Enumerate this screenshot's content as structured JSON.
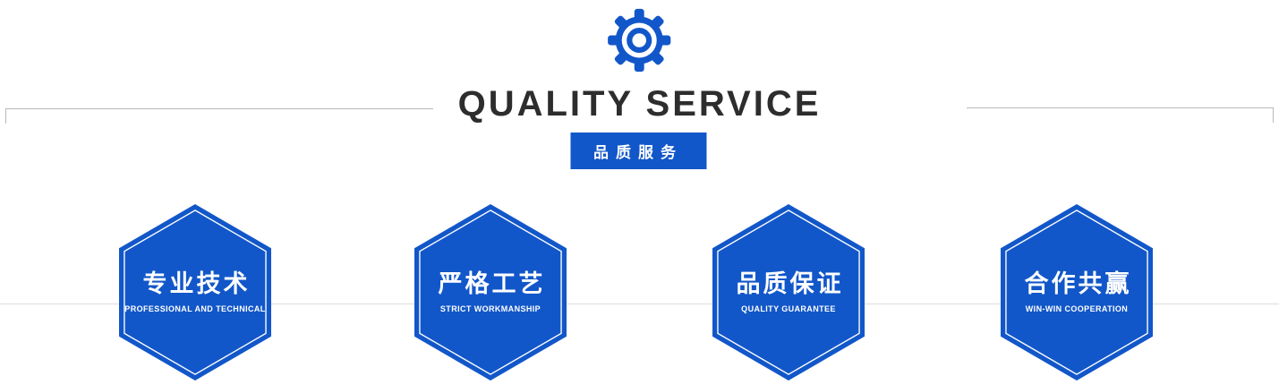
{
  "header": {
    "title": "QUALITY SERVICE",
    "badge": "品质服务"
  },
  "colors": {
    "accent": "#1257c9",
    "title-color": "#2d2d2d",
    "line-color": "#b9b9b9",
    "mid-line-color": "#dcdcdc"
  },
  "icons": {
    "gear": "gear-icon",
    "hexagon": "hexagon-shape"
  },
  "features": [
    {
      "title": "专业技术",
      "subtitle": "PROFESSIONAL AND TECHNICAL"
    },
    {
      "title": "严格工艺",
      "subtitle": "STRICT WORKMANSHIP"
    },
    {
      "title": "品质保证",
      "subtitle": "QUALITY GUARANTEE"
    },
    {
      "title": "合作共赢",
      "subtitle": "WIN-WIN COOPERATION"
    }
  ]
}
